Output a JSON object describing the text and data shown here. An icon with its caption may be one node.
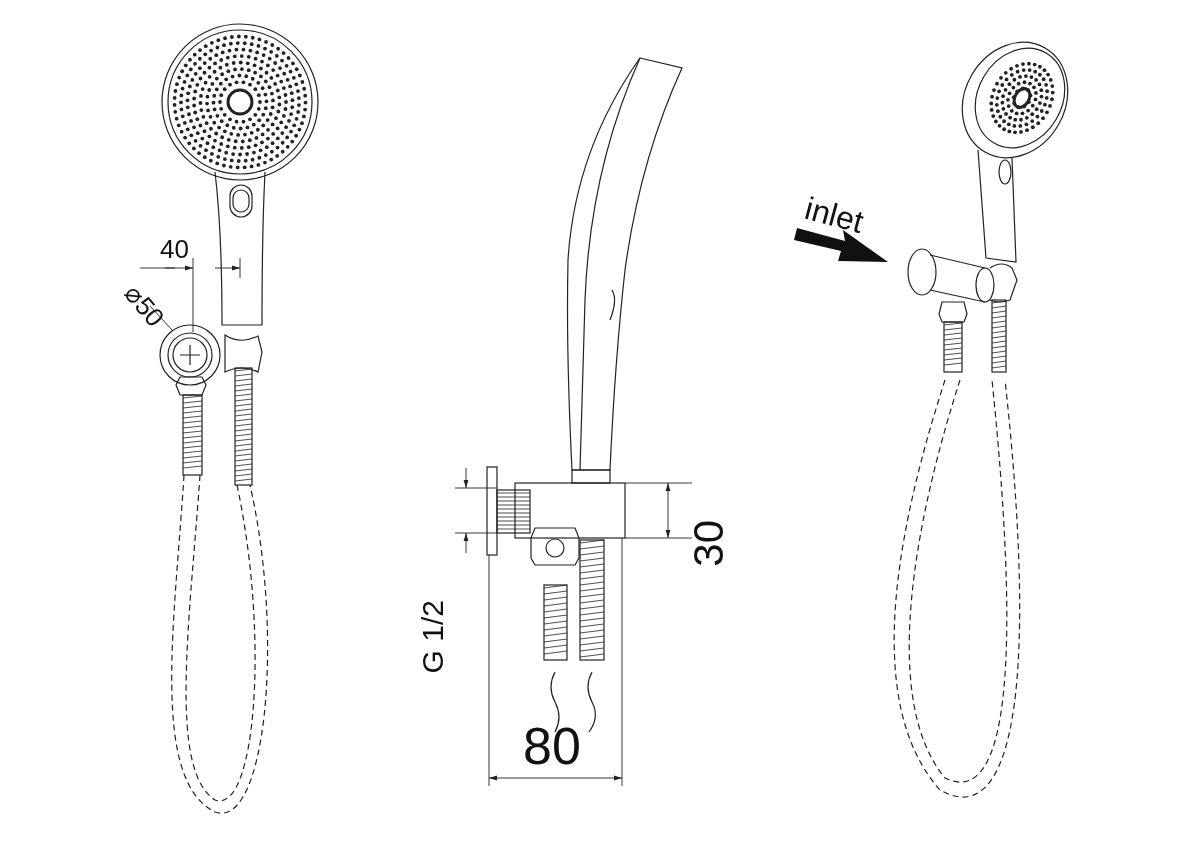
{
  "diagram": {
    "labels": [
      "inlet",
      "40",
      "⌀50",
      "30",
      "G 1/2",
      "80"
    ]
  }
}
